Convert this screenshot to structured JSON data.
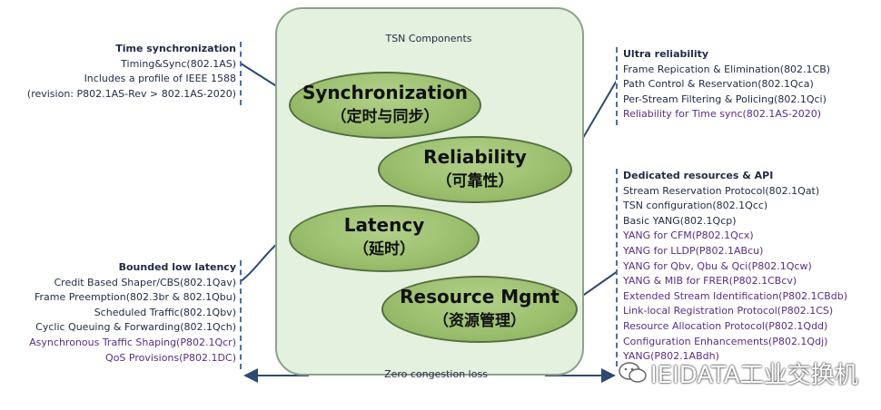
{
  "box": {
    "title": "TSN Components"
  },
  "components": [
    {
      "en": "Synchronization",
      "zh": "（定时与同步）"
    },
    {
      "en": "Reliability",
      "zh": "（可靠性）"
    },
    {
      "en": "Latency",
      "zh": "（延时）"
    },
    {
      "en": "Resource Mgmt",
      "zh": "（资源管理）"
    }
  ],
  "panels": {
    "time_sync": {
      "heading": "Time synchronization",
      "lines": [
        "Timing&Sync(802.1AS)",
        "Includes a profile of IEEE 1588",
        "(revision: P802.1AS-Rev > 802.1AS-2020)"
      ]
    },
    "ultra_reliability": {
      "heading": "Ultra reliability",
      "lines": [
        {
          "text": "Frame Repication & Elimination(802.1CB)",
          "project": false
        },
        {
          "text": "Path Control & Reservation(802.1Qca)",
          "project": false
        },
        {
          "text": "Per-Stream Filtering & Policing(802.1Qci)",
          "project": false
        },
        {
          "text": "Reliability for Time sync(802.1AS-2020)",
          "project": true
        }
      ]
    },
    "bounded_latency": {
      "heading": "Bounded low latency",
      "lines": [
        {
          "text": "Credit Based Shaper/CBS(802.1Qav)",
          "project": false
        },
        {
          "text": "Frame Preemption(802.3br & 802.1Qbu)",
          "project": false
        },
        {
          "text": "Scheduled Traffic(802.1Qbv)",
          "project": false
        },
        {
          "text": "Cyclic Queuing & Forwarding(802.1Qch)",
          "project": false
        },
        {
          "text": "Asynchronous Traffic Shaping(P802.1Qcr)",
          "project": true
        },
        {
          "text": "QoS Provisions(P802.1DC)",
          "project": true
        }
      ]
    },
    "dedicated_resources": {
      "heading": "Dedicated resources & API",
      "lines": [
        {
          "text": "Stream Reservation Protocol(802.1Qat)",
          "project": false
        },
        {
          "text": "TSN configuration(802.1Qcc)",
          "project": false
        },
        {
          "text": "Basic YANG(802.1Qcp)",
          "project": false
        },
        {
          "text": "YANG for CFM(P802.1Qcx)",
          "project": true
        },
        {
          "text": "YANG for LLDP(P802.1ABcu)",
          "project": true
        },
        {
          "text": "YANG for Qbv, Qbu & Qci(P802.1Qcw)",
          "project": true
        },
        {
          "text": "YANG & MIB for FRER(P802.1CBcv)",
          "project": true
        },
        {
          "text": "Extended Stream Identification(P802.1CBdb)",
          "project": true
        },
        {
          "text": "Link-local Registration Protocol(P802.1CS)",
          "project": true
        },
        {
          "text": "Resource Allocation Protocol(P802.1Qdd)",
          "project": true
        },
        {
          "text": "Configuration Enhancements(P802.1Qdj)",
          "project": true
        },
        {
          "text": "YANG(P802.1ABdh)",
          "project": true
        }
      ]
    }
  },
  "bottom_label": "Zero congestion loss",
  "watermark": "IEIDATA工业交换机",
  "colors": {
    "box_fill": "#e4f1df",
    "ellipse_fill": "#9cc06f",
    "connector": "#2e4a73",
    "project_text": "#5a2d82"
  }
}
